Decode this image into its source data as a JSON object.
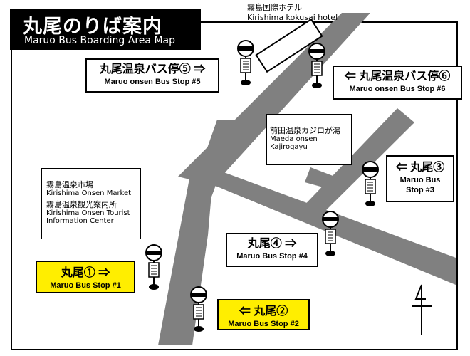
{
  "title": {
    "jp": "丸尾のりば案内",
    "en": "Maruo Bus Boarding Area Map"
  },
  "landmarks": {
    "hotel": {
      "jp": "霧島国際ホテル",
      "en": "Kirishima kokusai hotel"
    },
    "maeda": {
      "jp": "前田温泉カジロが湯",
      "en_line1": "Maeda onsen",
      "en_line2": "Kajirogayu"
    },
    "market": {
      "jp": "霧島温泉市場",
      "en": "Kirishima Onsen Market"
    },
    "info_center": {
      "jp": "霧島温泉観光案内所",
      "en_line1": "Kirishima Onsen Tourist",
      "en_line2": "Information Center"
    }
  },
  "bus_stops": {
    "stop5": {
      "jp": "丸尾温泉バス停⑤ ⇒",
      "en": "Maruo onsen Bus Stop #5"
    },
    "stop6": {
      "jp": "⇐ 丸尾温泉バス停⑥",
      "en": "Maruo onsen Bus Stop #6"
    },
    "stop3": {
      "jp": "⇐ 丸尾③",
      "en_line1": "Maruo Bus",
      "en_line2": "Stop #3"
    },
    "stop4": {
      "jp": "丸尾④ ⇒",
      "en": "Maruo Bus Stop #4"
    },
    "stop1": {
      "jp": "丸尾① ⇒",
      "en": "Maruo Bus Stop #1"
    },
    "stop2": {
      "jp": "⇐ 丸尾②",
      "en": "Maruo Bus Stop #2"
    }
  },
  "north_symbol": "north-arrow-icon",
  "colors": {
    "road": "#808080",
    "highlight": "#ffee00",
    "title_bg": "#000000"
  }
}
